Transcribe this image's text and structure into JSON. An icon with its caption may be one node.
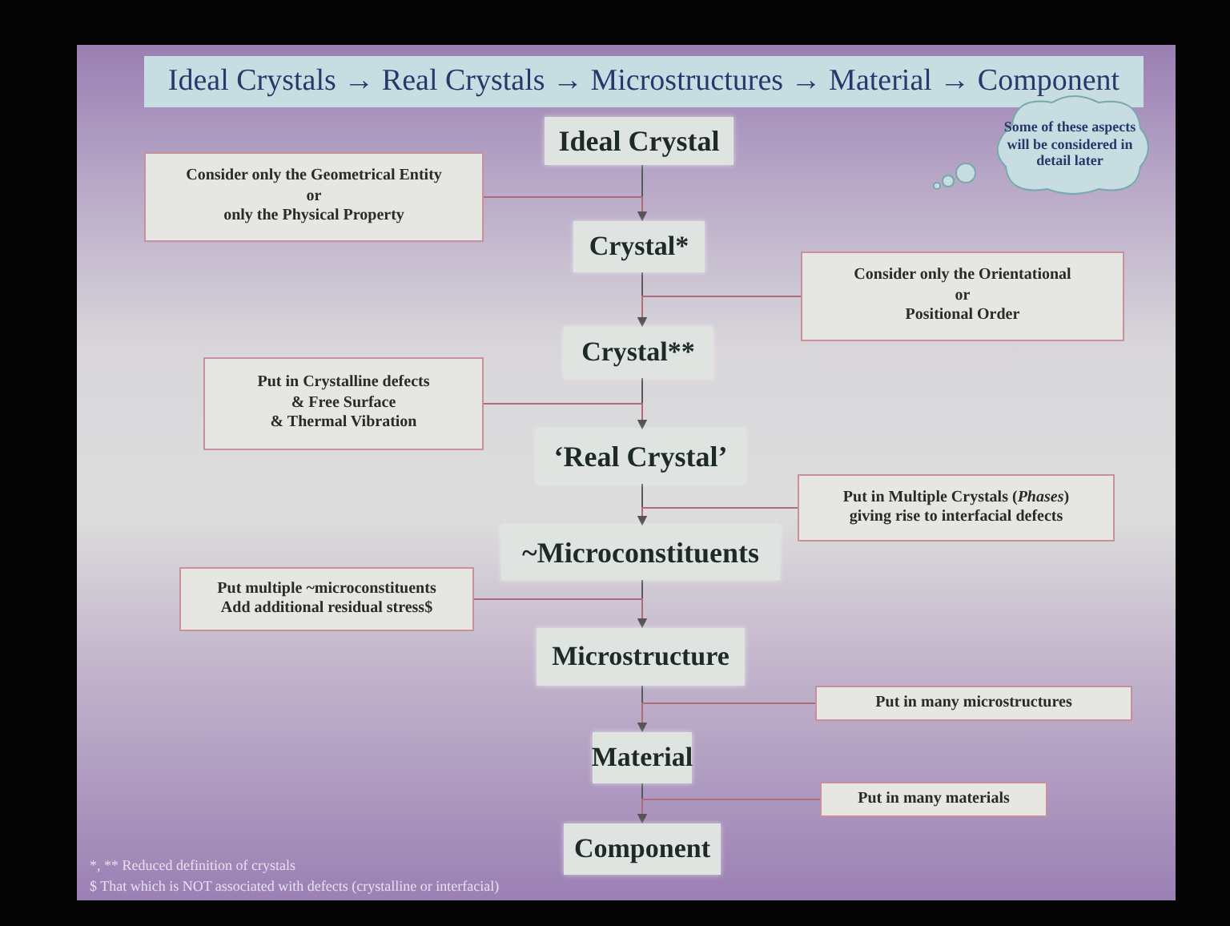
{
  "diagram": {
    "title": "Ideal Crystals → Real Crystals → Microstructures → Material → Component",
    "nodes": [
      {
        "text": [
          "Ideal Crystal"
        ]
      },
      {
        "text": [
          "Crystal*"
        ]
      },
      {
        "text": [
          "Crystal**"
        ]
      },
      {
        "text": [
          "‘Real Crystal’"
        ]
      },
      {
        "text": [
          "~Microconstituents"
        ]
      },
      {
        "text": [
          "Microstructure"
        ]
      },
      {
        "text": [
          "Material"
        ]
      },
      {
        "text": [
          "Component"
        ]
      },
      {
        "text": [
          "Consider only the Geometrical Entity",
          "or",
          "only the Physical Property"
        ]
      },
      {
        "text": [
          "Consider only the Orientational",
          "or",
          "Positional Order"
        ]
      },
      {
        "text": [
          "Put in Crystalline defects",
          "& Free Surface",
          "& Thermal Vibration"
        ]
      },
      {
        "text": [
          "Put in Multiple Crystals (*Phases*)",
          "giving rise to interfacial defects"
        ]
      },
      {
        "text": [
          "Put multiple ~microconstituents",
          "Add additional residual stress$"
        ]
      },
      {
        "text": [
          "Put in many microstructures"
        ]
      },
      {
        "text": [
          "Put in many materials"
        ]
      },
      {
        "text": [
          "Some of these aspects will be considered in detail later"
        ]
      }
    ],
    "edges": [
      {
        "from": 0,
        "to": 1,
        "arrow": "to"
      },
      {
        "from": 1,
        "to": 2,
        "arrow": "to"
      },
      {
        "from": 2,
        "to": 3,
        "arrow": "to"
      },
      {
        "from": 3,
        "to": 4,
        "arrow": "to"
      },
      {
        "from": 4,
        "to": 5,
        "arrow": "to"
      },
      {
        "from": 5,
        "to": 6,
        "arrow": "to"
      },
      {
        "from": 6,
        "to": 7,
        "arrow": "to"
      },
      {
        "from": 8,
        "to": 1,
        "arrow": "to",
        "color": "#b06a78"
      },
      {
        "from": 9,
        "to": 2,
        "arrow": "to",
        "color": "#b06a78"
      },
      {
        "from": 10,
        "to": 3,
        "arrow": "to",
        "color": "#b06a78"
      },
      {
        "from": 11,
        "to": 4,
        "arrow": "to",
        "color": "#b06a78"
      },
      {
        "from": 12,
        "to": 5,
        "arrow": "to",
        "color": "#b06a78"
      },
      {
        "from": 13,
        "to": 6,
        "arrow": "to",
        "color": "#b06a78"
      },
      {
        "from": 14,
        "to": 7,
        "arrow": "to",
        "color": "#b06a78"
      }
    ],
    "labels": [
      "*, ** Reduced definition of crystals",
      "$ That which is NOT associated with defects (crystalline or interfacial)"
    ]
  }
}
